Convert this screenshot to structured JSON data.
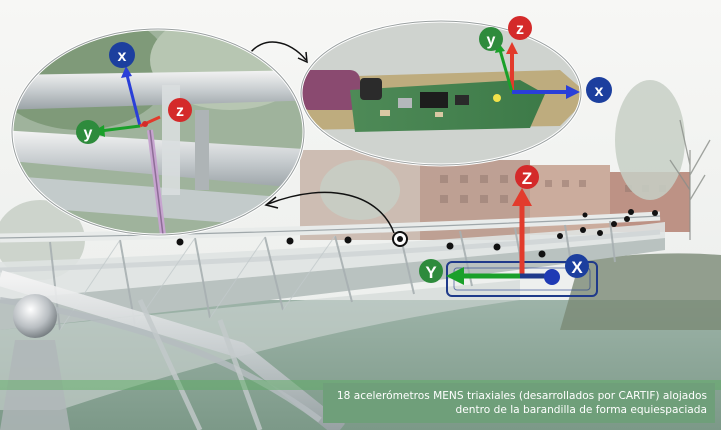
{
  "colors": {
    "axis_x": "#1c3f9e",
    "axis_y": "#2e8b3c",
    "axis_z": "#d42a2a",
    "caption_bg": "#6f9f7a",
    "caption_text": "#ffffff"
  },
  "axes": {
    "left_zoom": {
      "x": "x",
      "y": "y",
      "z": "z"
    },
    "top_zoom": {
      "x": "x",
      "y": "y",
      "z": "z"
    },
    "bridge": {
      "x": "X",
      "y": "Y",
      "z": "Z"
    }
  },
  "caption": {
    "line1": "18 acelerómetros MENS triaxiales (desarrollados por CARTIF) alojados",
    "line2": "dentro de la barandilla de forma equiespaciada"
  }
}
